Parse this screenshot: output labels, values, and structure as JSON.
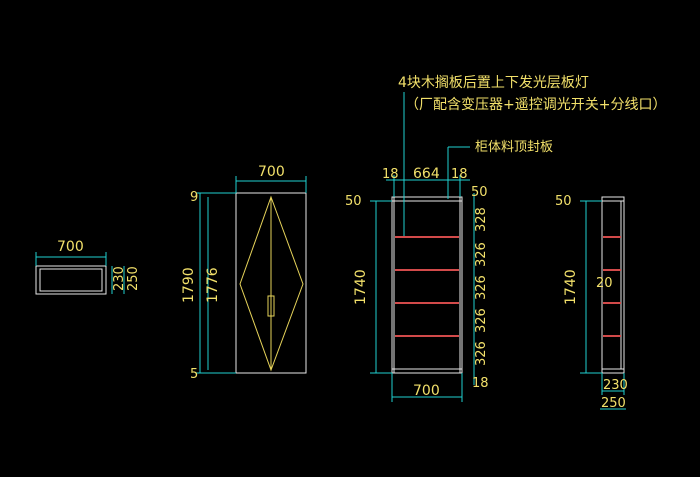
{
  "colors": {
    "background": "#000000",
    "dimension": "#1fd1d1",
    "text": "#f2e06a",
    "outline": "#e8e8e8",
    "door_pattern": "#e6d35a",
    "shelf_light": "#d24a4a"
  },
  "annotations": {
    "shelf_note_line1": "4块木搁板后置上下发光层板灯",
    "shelf_note_line2": "（厂配含变压器+遥控调光开关+分线口）",
    "top_panel_note": "柜体料顶封板"
  },
  "plan_view": {
    "width": "700",
    "depth_inner": "230",
    "depth_outer": "250"
  },
  "door_elevation": {
    "width": "700",
    "top_gap": "9",
    "bottom_gap": "5",
    "total_height": "1790",
    "door_height": "1776"
  },
  "front_section": {
    "side_left": "18",
    "inner_width": "664",
    "side_right": "18",
    "top_offset": "50",
    "top_board": "50",
    "height": "1740",
    "spacings": [
      "328",
      "326",
      "326",
      "326",
      "326"
    ],
    "bottom_board": "18",
    "bottom_width": "700"
  },
  "side_section": {
    "top_offset": "50",
    "height": "1740",
    "shelf_thickness": "20",
    "depth_inner": "230",
    "depth_outer": "250"
  }
}
